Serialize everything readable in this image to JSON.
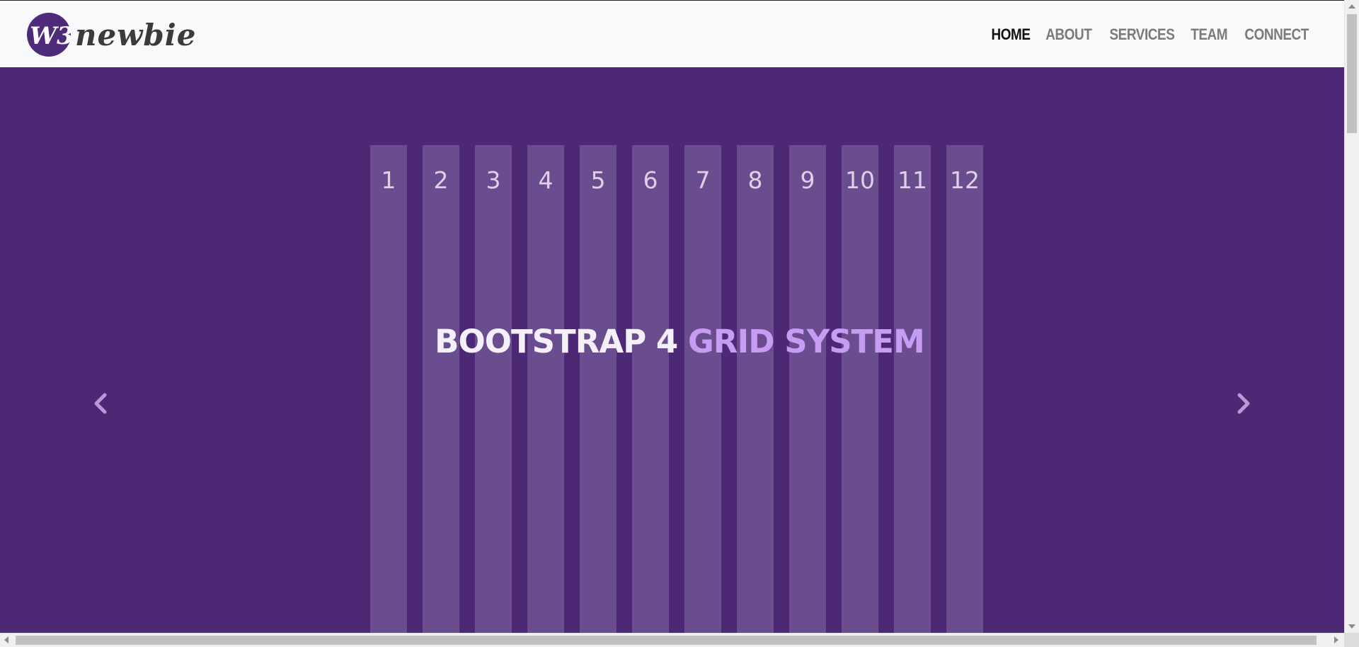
{
  "brand": {
    "mark_text": "W3",
    "word": "newbie",
    "mark_color": "#4e2a7a"
  },
  "nav": {
    "items": [
      {
        "label": "HOME",
        "active": true
      },
      {
        "label": "ABOUT",
        "active": false
      },
      {
        "label": "SERVICES",
        "active": false
      },
      {
        "label": "TEAM",
        "active": false
      },
      {
        "label": "CONNECT",
        "active": false
      }
    ]
  },
  "hero": {
    "background_color": "#4d2874",
    "column_color": "#6a4d8f",
    "columns": [
      "1",
      "2",
      "3",
      "4",
      "5",
      "6",
      "7",
      "8",
      "9",
      "10",
      "11",
      "12"
    ],
    "headline_part1": "BOOTSTRAP 4",
    "headline_part2": "GRID SYSTEM",
    "accent_color": "#c79cf3",
    "prev_icon": "chevron-left-icon",
    "next_icon": "chevron-right-icon"
  }
}
